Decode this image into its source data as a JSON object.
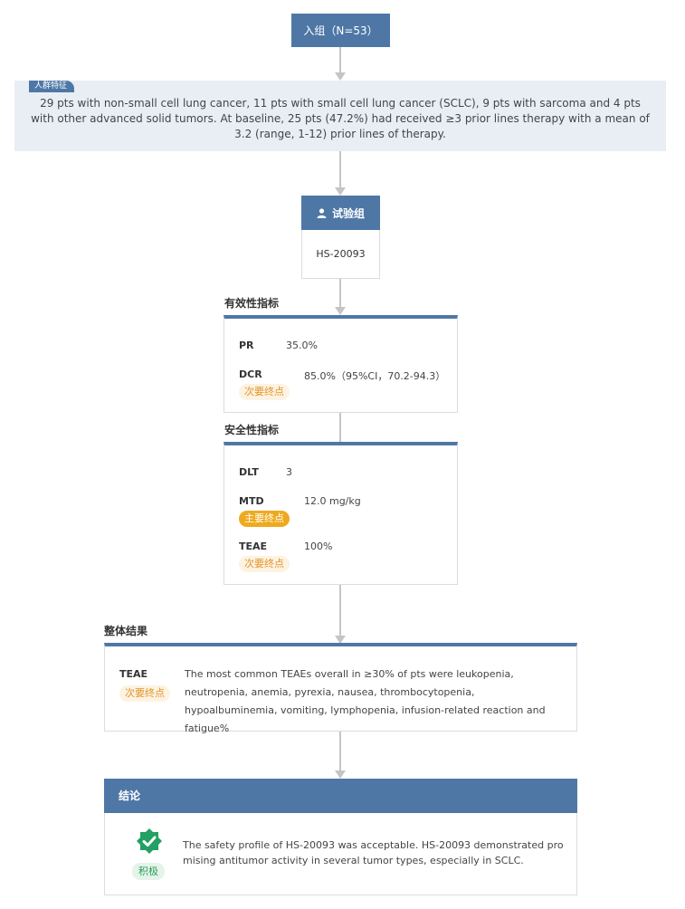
{
  "enrollment": {
    "label": "入组（N=53）"
  },
  "population": {
    "tag": "人群特征",
    "text": "29 pts with non-small cell lung cancer, 11 pts with small cell lung cancer (SCLC), 9 pts with sarcoma and 4 pts with other advanced solid tumors. At baseline, 25 pts (47.2%) had received ≥3 prior lines therapy with a mean of 3.2 (range, 1-12) prior lines of therapy."
  },
  "arm": {
    "title": "试验组",
    "icon": "person-icon",
    "drug": "HS-20093"
  },
  "efficacy": {
    "title": "有效性指标",
    "rows": [
      {
        "label": "PR",
        "value": "35.0%"
      },
      {
        "label": "DCR",
        "value": "85.0%（95%CI，70.2-94.3）",
        "badge": "次要终点"
      }
    ]
  },
  "safety": {
    "title": "安全性指标",
    "rows": [
      {
        "label": "DLT",
        "value": "3"
      },
      {
        "label": "MTD",
        "value": "12.0 mg/kg",
        "badge": "主要终点"
      },
      {
        "label": "TEAE",
        "value": "100%",
        "badge": "次要终点"
      }
    ]
  },
  "overall": {
    "title": "整体结果",
    "label": "TEAE",
    "badge": "次要终点",
    "text": "The most common TEAEs overall in ≥30% of pts were leukopenia, neutropenia, anemia, pyrexia, nausea, thrombocytopenia, hypoalbuminemia, vomiting, lymphopenia, infusion-related reaction and fatigue%"
  },
  "conclusion": {
    "title": "结论",
    "icon": "check-badge-icon",
    "badge": "积极",
    "text": "The safety profile of HS-20093 was acceptable. HS-20093 demonstrated promising antitumor activity in several tumor types, especially in SCLC."
  },
  "colors": {
    "primary": "#4e77a6",
    "connector": "#c5c5c5",
    "positive": "#23a063",
    "secondary_badge": "#e2952a",
    "primary_badge": "#eeaa1f"
  }
}
